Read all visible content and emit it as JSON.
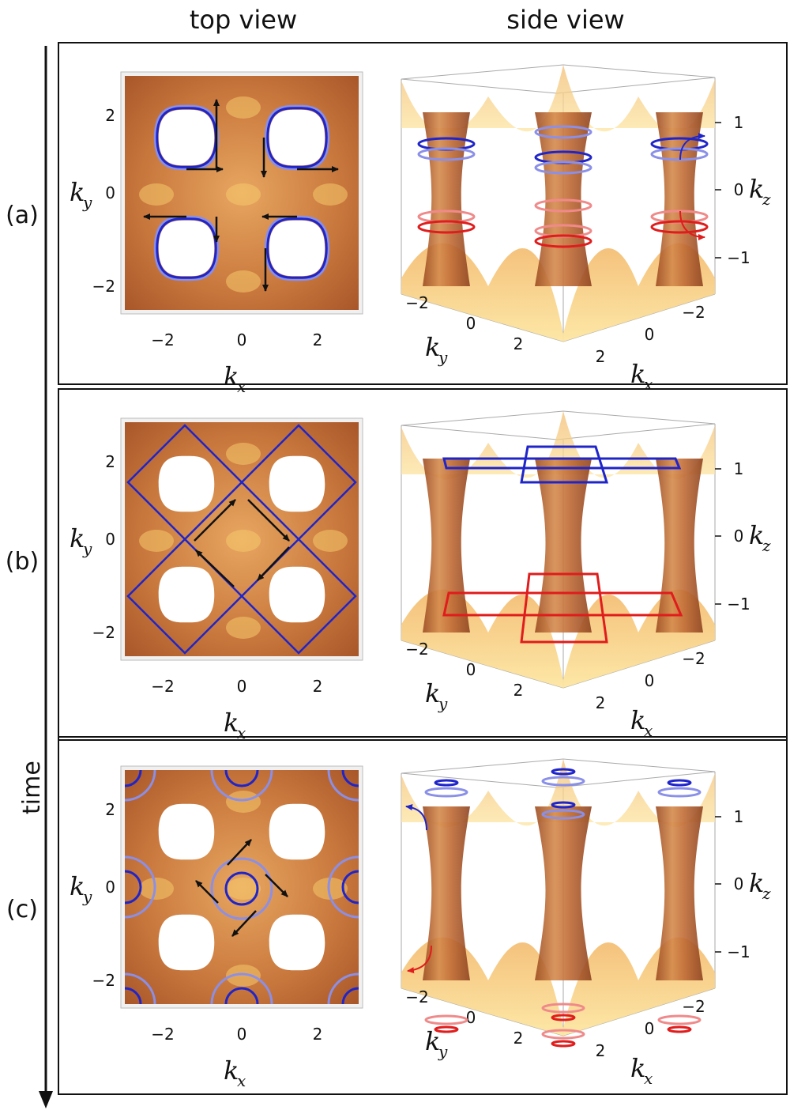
{
  "header": {
    "left_title": "top view",
    "right_title": "side view"
  },
  "time_label": "time",
  "axis": {
    "kx": "k",
    "kx_sub": "x",
    "ky": "k",
    "ky_sub": "y",
    "kz": "k",
    "kz_sub": "z"
  },
  "top_ticks": [
    "−2",
    "0",
    "2"
  ],
  "side_xy_ticks": [
    "−2",
    "0",
    "2"
  ],
  "side_k2_ticks": [
    "2",
    "0",
    "−2"
  ],
  "kz_ticks": [
    "1",
    "0",
    "−1"
  ],
  "colors": {
    "surface_dark": "#b8642e",
    "surface_light": "#f5c56a",
    "blue_dark": "#1f25c9",
    "blue_light": "#8a8fe8",
    "red_dark": "#e01c1c",
    "red_light": "#f08a8a"
  },
  "panels": [
    {
      "label": "(a)",
      "top_contour": "rings",
      "side_contour": "rings"
    },
    {
      "label": "(b)",
      "top_contour": "diamonds",
      "side_contour": "squares"
    },
    {
      "label": "(c)",
      "top_contour": "centered-rings",
      "side_contour": "peaks"
    }
  ]
}
